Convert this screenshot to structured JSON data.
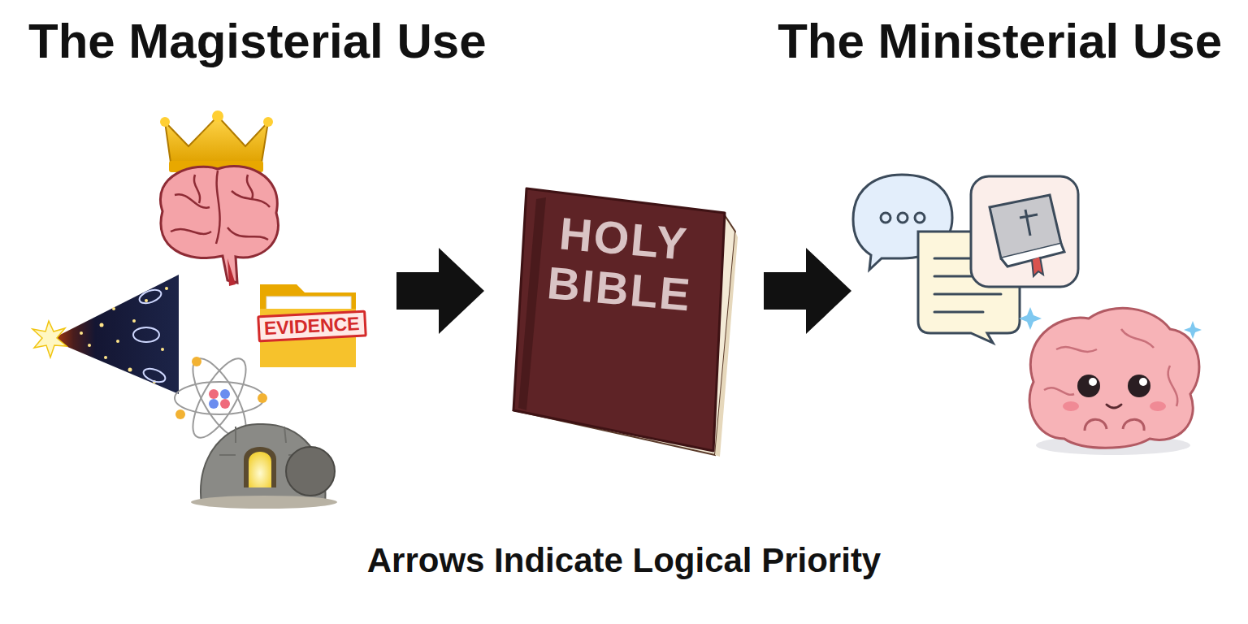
{
  "diagram": {
    "caption": "Arrows Indicate Logical Priority",
    "labels": [
      "The Magisterial Use",
      "The Ministerial Use",
      "EVIDENCE",
      "HOLY BIBLE"
    ]
  }
}
